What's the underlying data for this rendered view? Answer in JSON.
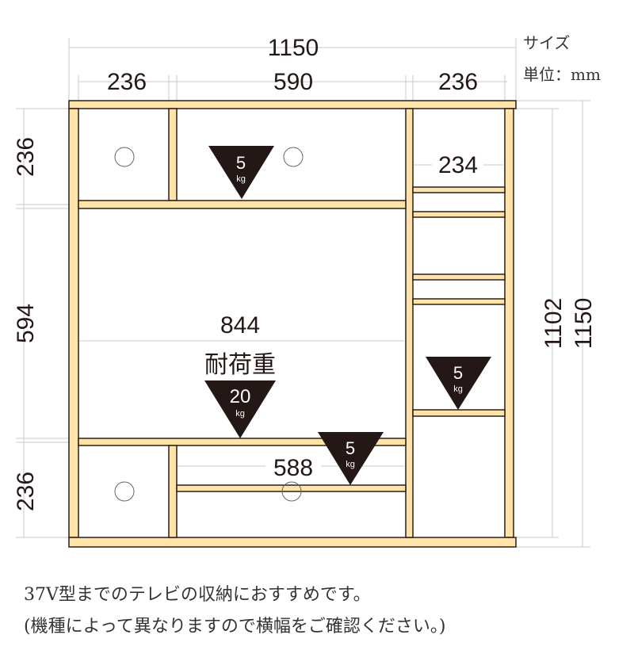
{
  "dimensions": {
    "total_width": "1150",
    "left_width": "236",
    "center_width": "590",
    "right_width": "236",
    "top_height": "236",
    "middle_height": "594",
    "bottom_height": "236",
    "inner_right": "234",
    "center_inner": "844",
    "bottom_inner": "588",
    "right_inner_height": "1102",
    "total_height": "1150"
  },
  "unit": {
    "label": "サイズ",
    "value": "単位：mm"
  },
  "load": {
    "label": "耐荷重",
    "triangles": [
      {
        "value": "5",
        "unit": "kg"
      },
      {
        "value": "20",
        "unit": "kg"
      },
      {
        "value": "5",
        "unit": "kg"
      },
      {
        "value": "5",
        "unit": "kg"
      }
    ]
  },
  "notes": [
    "37V型までのテレビの収納におすすめです。",
    "(機種によって異なりますので横幅をご確認ください。)"
  ],
  "colors": {
    "wood": "#FFE3A8",
    "edge": "#2a2018",
    "dim": "#bbbbbb"
  }
}
